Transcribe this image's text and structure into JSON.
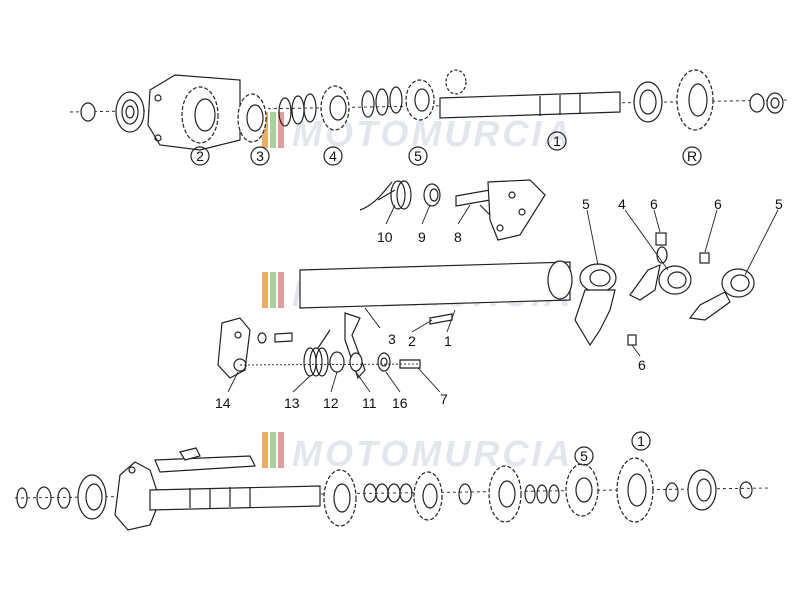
{
  "watermark": {
    "text": "MOTOMURCIA",
    "colors": [
      "#e8a24a",
      "#9cc98a",
      "#e38b8b",
      "#d9dde4"
    ]
  },
  "row1": {
    "gear_labels": [
      "2",
      "3",
      "4",
      "5",
      "1",
      "R"
    ]
  },
  "row2": {
    "callouts": [
      "10",
      "9",
      "8",
      "5",
      "4",
      "6",
      "6",
      "5",
      "3",
      "2",
      "1",
      "6",
      "14",
      "13",
      "12",
      "11",
      "16",
      "7"
    ]
  },
  "row3": {
    "gear_labels": [
      "5",
      "1"
    ]
  }
}
